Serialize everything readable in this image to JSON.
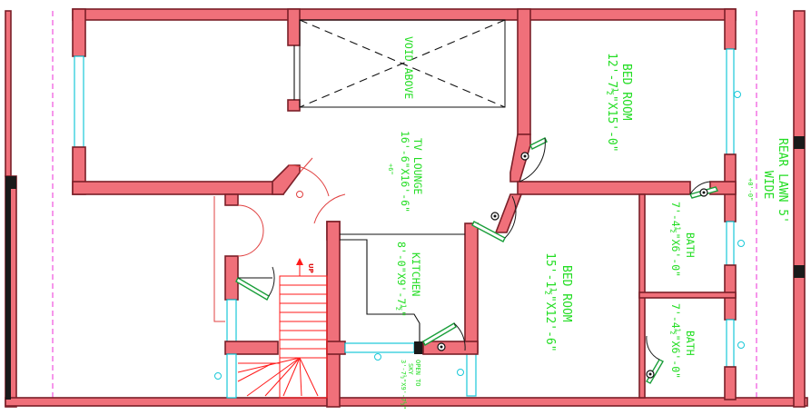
{
  "rooms": {
    "void": {
      "label": "VOID ABOVE"
    },
    "bed_room_1": {
      "name": "BED ROOM",
      "size": "12'-7½\"X15'-0\""
    },
    "tv_lounge": {
      "name": "TV LOUNGE",
      "size": "16'-6\"X16'-6\"",
      "level": "+6\""
    },
    "kitchen": {
      "name": "KITCHEN",
      "size": "8'-0\"X9'-7½\""
    },
    "bed_room_2": {
      "name": "BED ROOM",
      "size": "15'-1½\"X12'-6\""
    },
    "bath_1": {
      "name": "BATH",
      "size": "7'-4½\"X6'-0\""
    },
    "bath_2": {
      "name": "BATH",
      "size": "7'-4½\"X6'-0\""
    },
    "rear_lawn": {
      "name": "REAR LAWN 5'",
      "sub": "WIDE",
      "level": "+0'-0\""
    },
    "open_to_sky": {
      "line1": "OPEN TO",
      "line2": "SKY",
      "size": "3'-7½\"X9'-7½\""
    }
  },
  "stair": {
    "up_label": "UP"
  },
  "colors": {
    "wall_fill": "#f0707a",
    "wall_outline": "#7a1f28",
    "label_text": "#22dd22",
    "window_glass": "#19c8d8",
    "stair_lines": "#ff1a1a",
    "property_line": "#ee2dd7"
  }
}
